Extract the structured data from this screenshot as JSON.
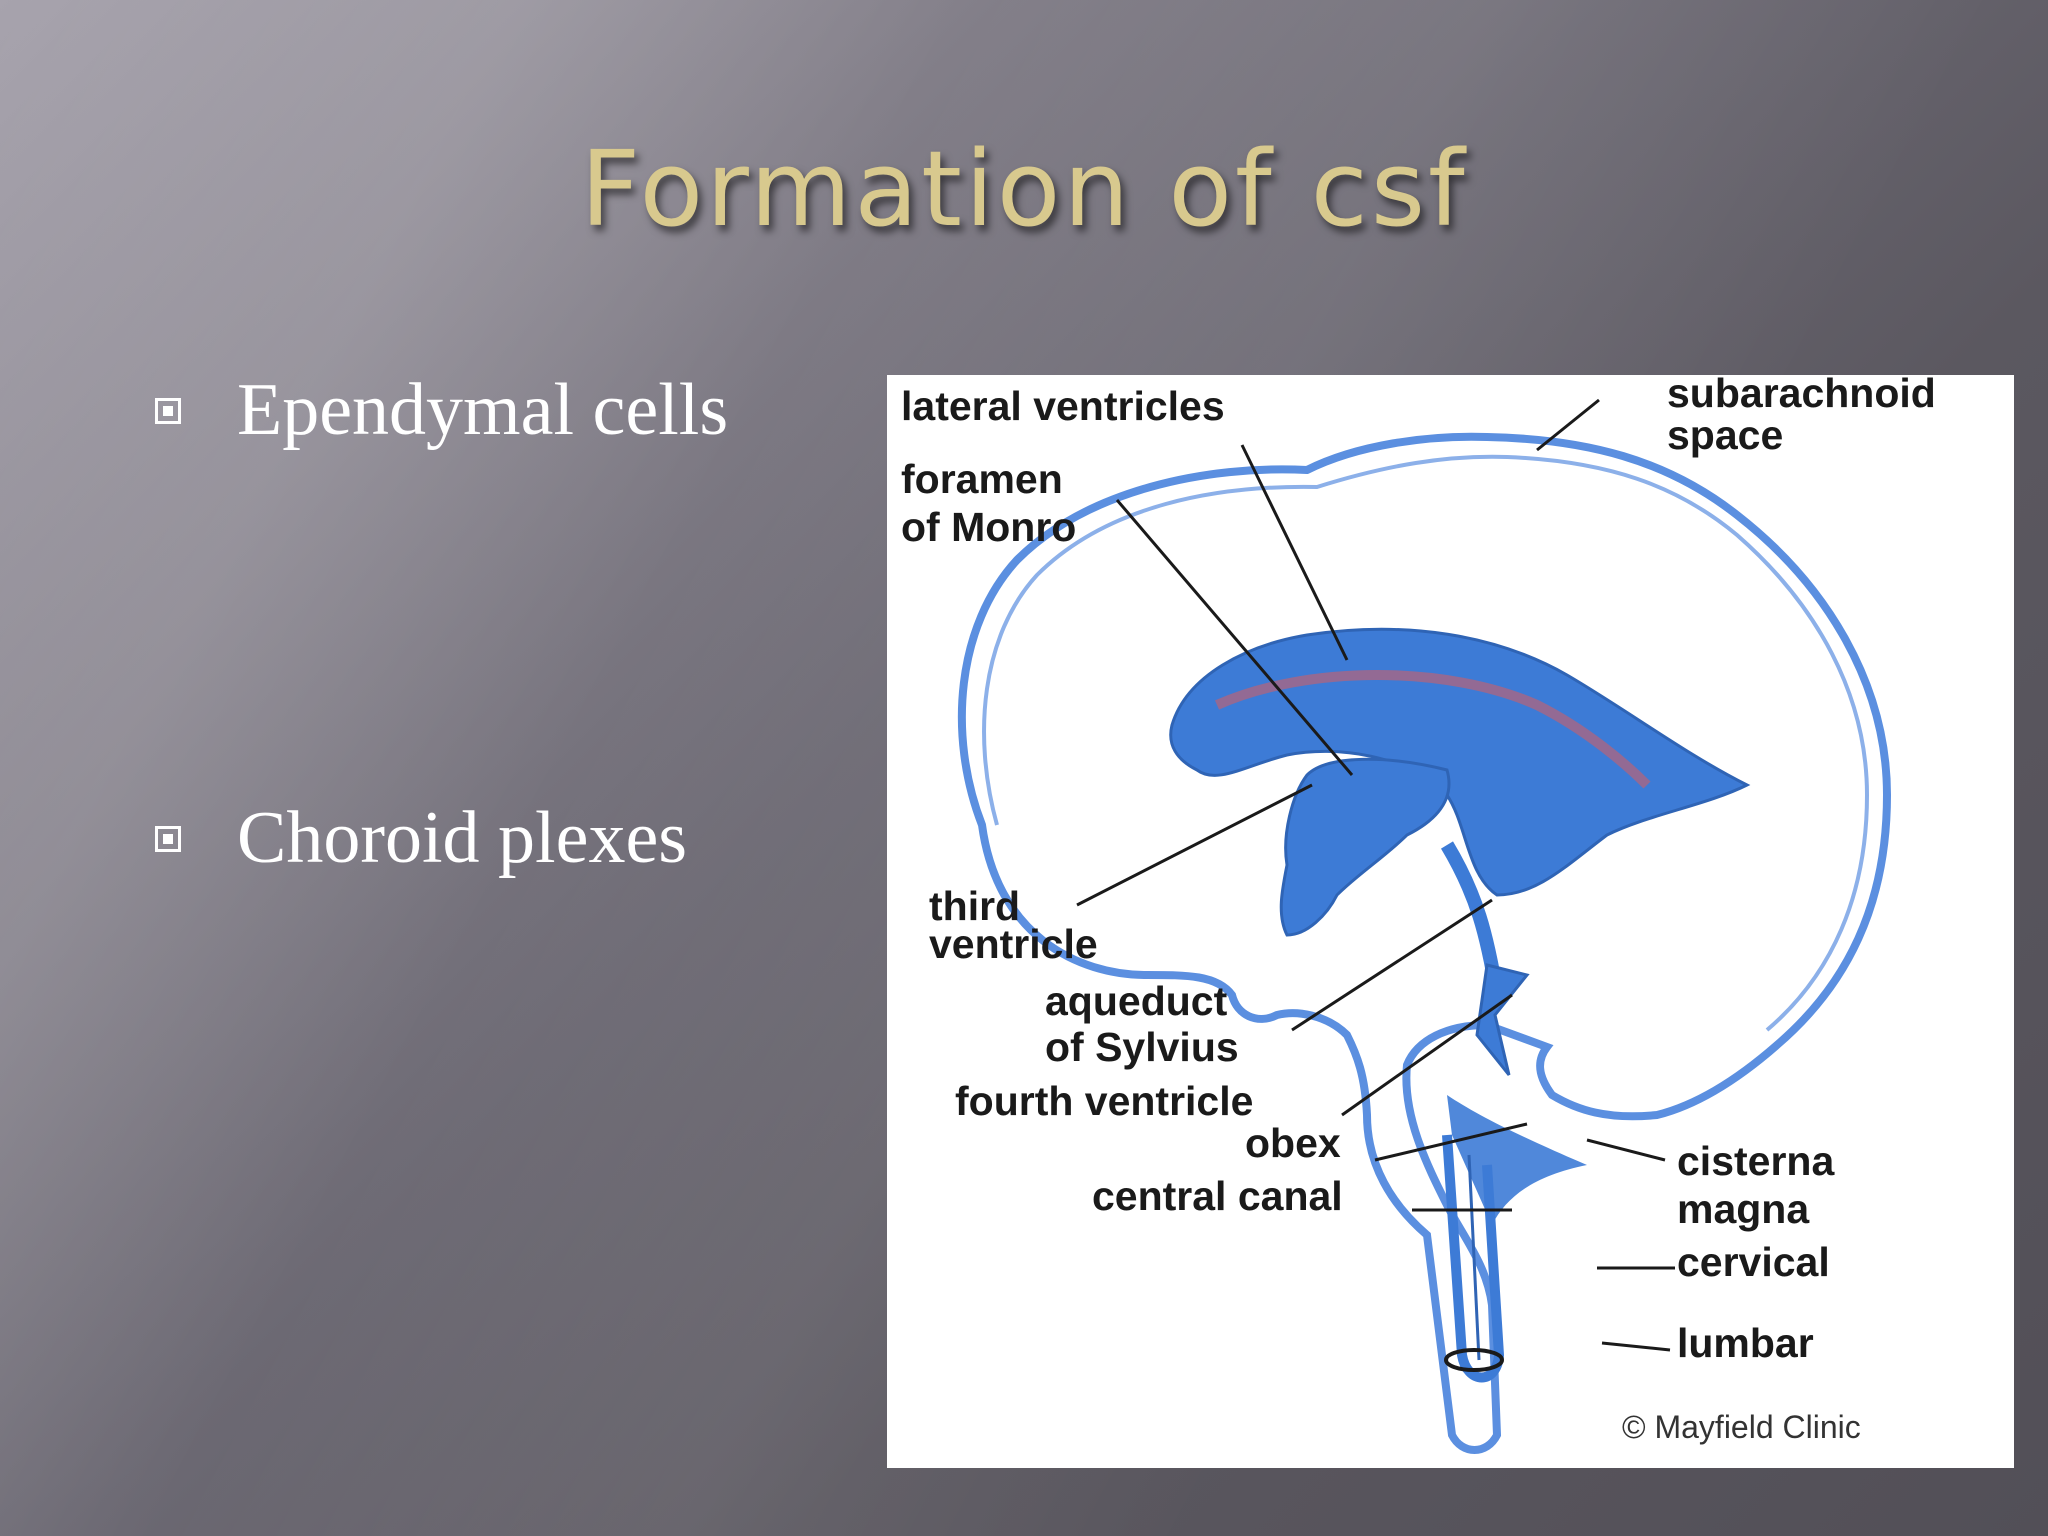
{
  "slide": {
    "title": "Formation of csf",
    "bullets": [
      {
        "label": "Ependymal cells"
      },
      {
        "label": "Choroid plexes"
      }
    ]
  },
  "diagram": {
    "labels": {
      "lateral_ventricles": "lateral ventricles",
      "subarachnoid_1": "subarachnoid",
      "subarachnoid_2": "space",
      "foramen_1": "foramen",
      "foramen_2": "of Monro",
      "third_1": "third",
      "third_2": "ventricle",
      "aqueduct_1": "aqueduct",
      "aqueduct_2": "of Sylvius",
      "fourth": "fourth ventricle",
      "obex": "obex",
      "central_canal": "central canal",
      "cisterna_1": "cisterna",
      "cisterna_2": "magna",
      "cervical": "cervical",
      "lumbar": "lumbar",
      "credit": "© Mayfield Clinic"
    },
    "colors": {
      "csf_blue": "#3d7bd6",
      "outline_blue": "#5b8fe0",
      "choroid_pink": "#b0647e"
    }
  }
}
